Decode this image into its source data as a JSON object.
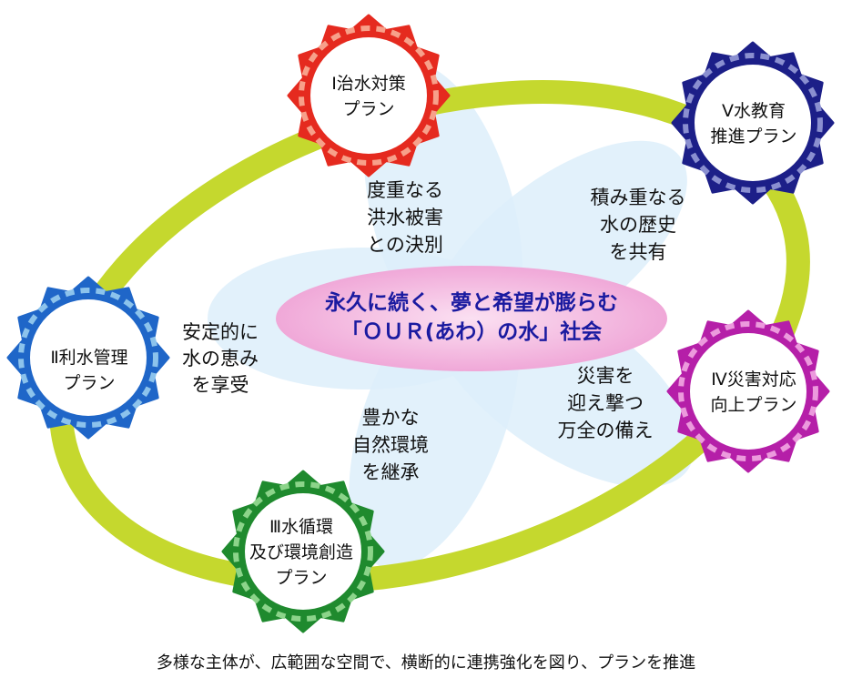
{
  "center": {
    "line1": "永久に続く、夢と希望が膨らむ",
    "line2": "「ＯＵＲ(あわ）の水」社会"
  },
  "plans": [
    {
      "id": "1",
      "line1": "Ⅰ治水対策",
      "line2": "プラン",
      "line3": "",
      "color": "#e52a1f",
      "light": "#f7a08a"
    },
    {
      "id": "5",
      "line1": "Ⅴ水教育",
      "line2": "推進プラン",
      "line3": "",
      "color": "#1c1f88",
      "light": "#8a8fd0"
    },
    {
      "id": "2",
      "line1": "Ⅱ利水管理",
      "line2": "プラン",
      "line3": "",
      "color": "#1f66c8",
      "light": "#8cc3ec"
    },
    {
      "id": "4",
      "line1": "Ⅳ災害対応",
      "line2": "向上プラン",
      "line3": "",
      "color": "#b51fa8",
      "light": "#ec9add"
    },
    {
      "id": "3",
      "line1": "Ⅲ水循環",
      "line2": "及び環境創造",
      "line3": "プラン",
      "color": "#1f8a2e",
      "light": "#8cd48a"
    }
  ],
  "goals": [
    {
      "id": "flood",
      "lines": [
        "度重なる",
        "洪水被害",
        "との決別"
      ]
    },
    {
      "id": "history",
      "lines": [
        "積み重なる",
        "水の歴史",
        "を共有"
      ]
    },
    {
      "id": "use",
      "lines": [
        "安定的に",
        "水の恵み",
        "を享受"
      ]
    },
    {
      "id": "disaster",
      "lines": [
        "災害を",
        "迎え撃つ",
        "万全の備え"
      ]
    },
    {
      "id": "nature",
      "lines": [
        "豊かな",
        "自然環境",
        "を継承"
      ]
    }
  ],
  "caption": "多様な主体が、広範囲な空間で、横断的に連携強化を図り、プランを推進",
  "colors": {
    "ring": "#c5d82e",
    "petal": "#ddeefa",
    "ellipse": "#f0a8d8",
    "center_text": "#1a1aa0"
  }
}
